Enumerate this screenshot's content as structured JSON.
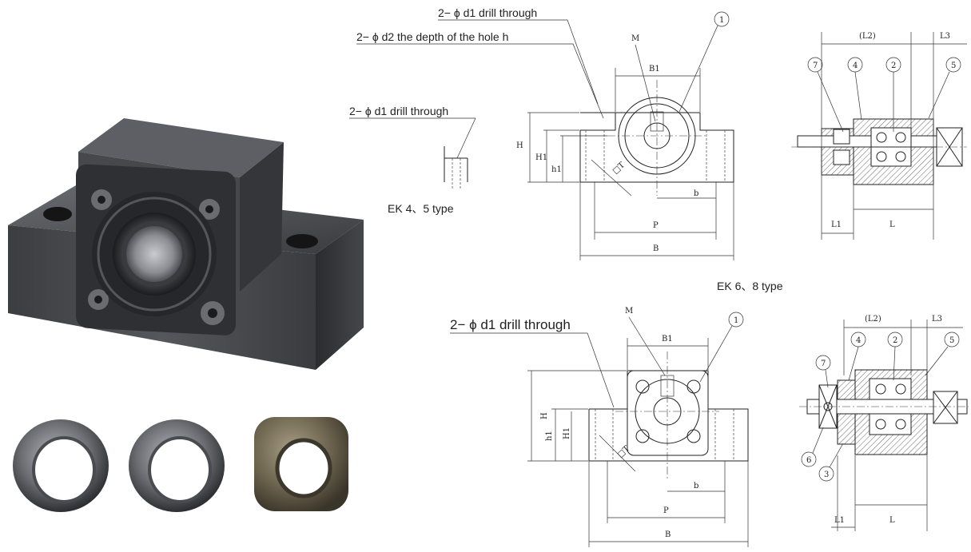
{
  "colors": {
    "ink": "#222222",
    "metal_dark": "#2e2e30",
    "metal_mid": "#55565a",
    "metal_light": "#8a8b90",
    "bronze": "#6e6450",
    "background": "#ffffff"
  },
  "labels": {
    "top_drill_through": "2− ϕ d1 drill through",
    "top_hole_depth": "2− ϕ d2 the depth of the hole h",
    "small_drill_through": "2− ϕ d1 drill through",
    "ek45_type": "EK 4、5 type",
    "ek68_type": "EK 6、8 type",
    "bottom_drill_through": "2− ϕ d1 drill through"
  },
  "dims": {
    "M": "M",
    "B1": "B1",
    "H": "H",
    "H1": "H1",
    "h1": "h1",
    "T": "□T",
    "b": "b",
    "P": "P",
    "B": "B",
    "L1": "L1",
    "L": "L",
    "L2_paren": "(L2)",
    "L3": "L3"
  },
  "callouts": {
    "c1": "1",
    "c2": "2",
    "c3": "3",
    "c4": "4",
    "c5": "5",
    "c6": "6",
    "c7": "7"
  },
  "photos": [
    "support-unit-block",
    "spacer-ring-left",
    "spacer-ring-middle",
    "lock-nut"
  ]
}
